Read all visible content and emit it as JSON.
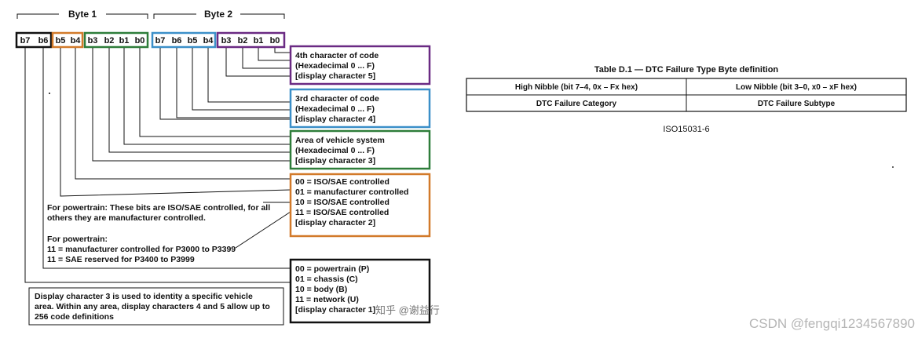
{
  "bytes": {
    "byte1": "Byte 1",
    "byte2": "Byte 2",
    "bits": [
      "b7",
      "b6",
      "b5",
      "b4",
      "b3",
      "b2",
      "b1",
      "b0",
      "b7",
      "b6",
      "b5",
      "b4",
      "b3",
      "b2",
      "b1",
      "b0"
    ]
  },
  "boxes": {
    "char5": [
      "4th character of code",
      "(Hexadecimal 0 ... F)",
      "[display character 5]"
    ],
    "char4": [
      "3rd character of code",
      "(Hexadecimal 0 ... F)",
      "[display character 4]"
    ],
    "char3": [
      "Area of vehicle system",
      "(Hexadecimal 0 ... F)",
      "[display character 3]"
    ],
    "char2": [
      "00 = ISO/SAE controlled",
      "01 = manufacturer controlled",
      "10 = ISO/SAE controlled",
      "11 = ISO/SAE controlled",
      "[display character 2]"
    ],
    "char1": [
      "00 = powertrain (P)",
      "01 = chassis (C)",
      "10 = body (B)",
      "11 = network (U)",
      "[display character 1]"
    ]
  },
  "notes": {
    "powertrain1": [
      "For powertrain:  These bits are ISO/SAE controlled, for all",
      "others they are manufacturer controlled."
    ],
    "powertrain2": [
      "For powertrain:",
      "11 = manufacturer controlled for P3000 to P3399",
      "11 = SAE reserved for P3400 to P3999"
    ],
    "display": [
      "Display character 3 is used to identity a specific vehicle",
      "area. Within any area, display characters 4 and 5 allow up to",
      "256 code definitions"
    ]
  },
  "table": {
    "title": "Table D.1 — DTC Failure Type Byte definition",
    "headers": [
      "High Nibble (bit 7–4, 0x – Fx hex)",
      "Low Nibble (bit 3–0, x0 – xF hex)"
    ],
    "row": [
      "DTC Failure Category",
      "DTC Failure Subtype"
    ],
    "source": "ISO15031-6"
  },
  "watermarks": {
    "zhihu": "知乎 @谢益行",
    "csdn": "CSDN @fengqi1234567890"
  },
  "colors": {
    "black": "#111111",
    "orange": "#d27a2a",
    "green": "#2e7d3a",
    "blue": "#3b8fc8",
    "purple": "#6a2a83"
  }
}
